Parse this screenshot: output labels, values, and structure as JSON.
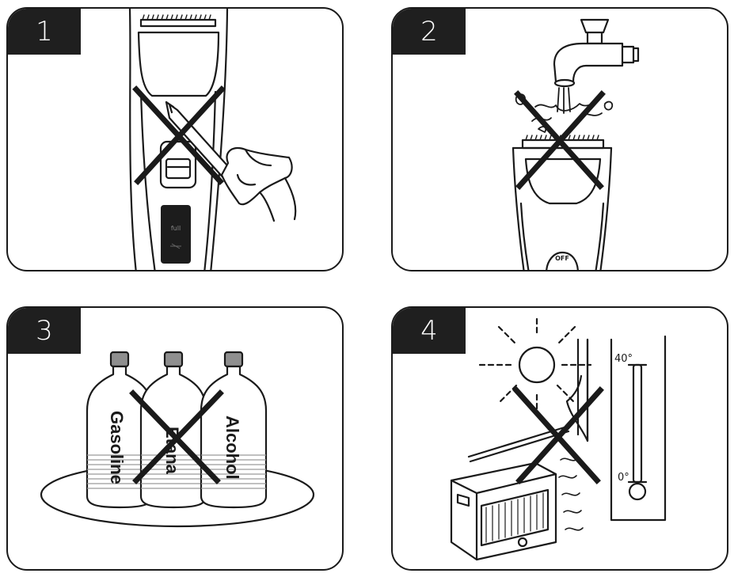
{
  "panels": [
    {
      "number": "1"
    },
    {
      "number": "2"
    },
    {
      "number": "3"
    },
    {
      "number": "4"
    }
  ],
  "clipper": {
    "full_label": "full",
    "off_label": "OFF"
  },
  "bottles": {
    "left": "Gasoline",
    "middle": "Etana",
    "right": "Alcohol"
  },
  "thermometer": {
    "top_label": "40°",
    "bottom_label": "0°"
  },
  "colors": {
    "ink": "#1a1a1a",
    "panel_number_bg": "#1f1f1f",
    "clipper_display": "#1c1c1c"
  }
}
